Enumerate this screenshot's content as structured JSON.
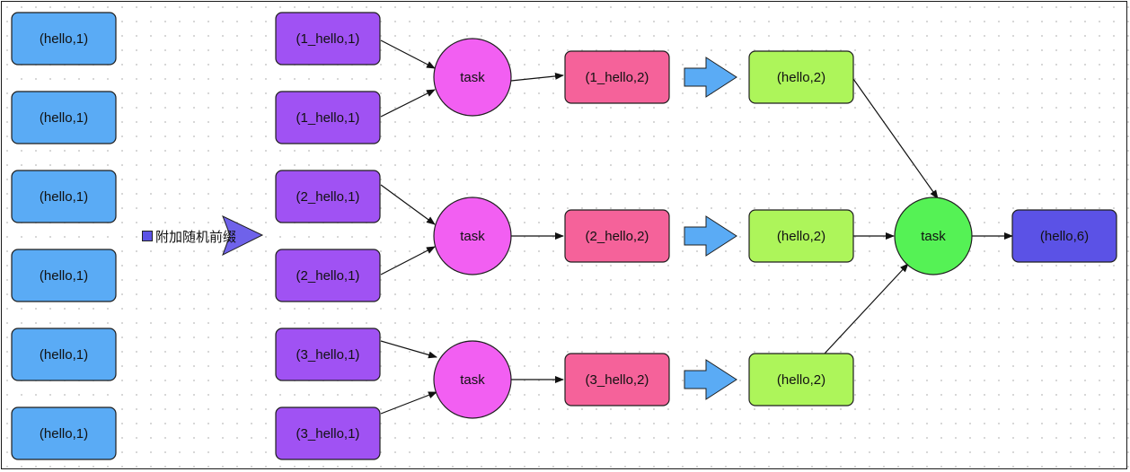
{
  "legend": {
    "text": "附加随机前缀"
  },
  "nodes": {
    "in": [
      "(hello,1)",
      "(hello,1)",
      "(hello,1)",
      "(hello,1)",
      "(hello,1)",
      "(hello,1)"
    ],
    "pre": [
      "(1_hello,1)",
      "(1_hello,1)",
      "(2_hello,1)",
      "(2_hello,1)",
      "(3_hello,1)",
      "(3_hello,1)"
    ],
    "task1": [
      "task",
      "task",
      "task"
    ],
    "partial": [
      "(1_hello,2)",
      "(2_hello,2)",
      "(3_hello,2)"
    ],
    "stripped": [
      "(hello,2)",
      "(hello,2)",
      "(hello,2)"
    ],
    "task2": "task",
    "result": "(hello,6)"
  },
  "colors": {
    "input": "#5aabf5",
    "prefixed": "#a052f3",
    "task1": "#f25ff2",
    "partial": "#f5629a",
    "stripped": "#adf55a",
    "task2": "#55f255",
    "result": "#5b52e6",
    "big_arrow": "#5aabf5",
    "legend_arrow": "#6f62ea",
    "stroke": "#1f1f1f"
  }
}
